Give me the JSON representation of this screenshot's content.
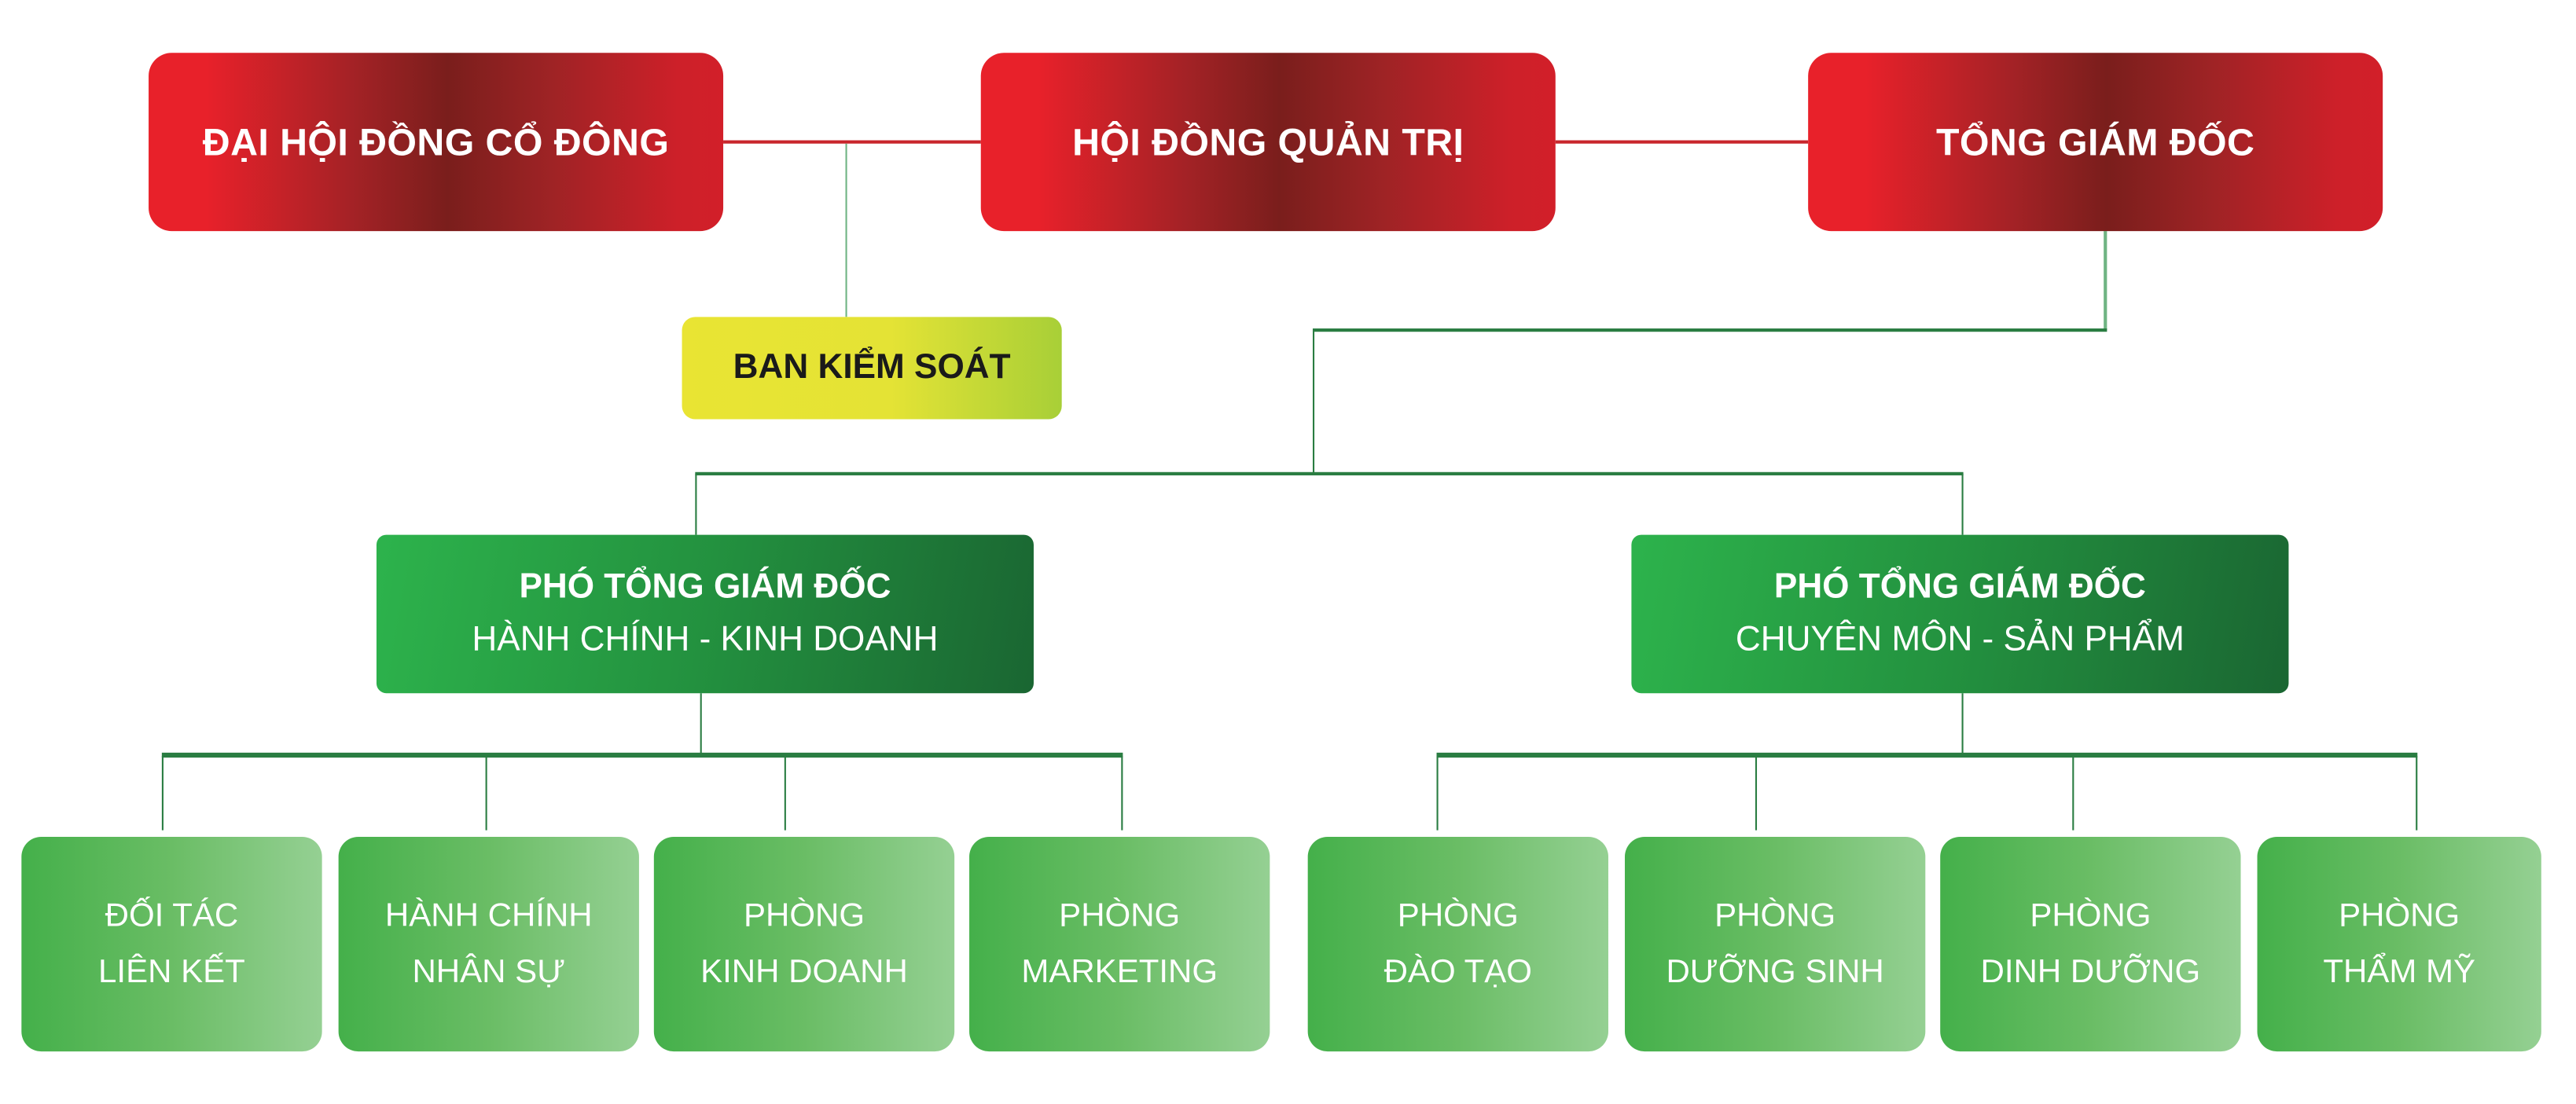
{
  "top": {
    "shareholders": "ĐẠI HỘI ĐỒNG CỔ ĐÔNG",
    "board": "HỘI ĐỒNG QUẢN TRỊ",
    "ceo": "TỔNG GIÁM ĐỐC"
  },
  "supervisory": "BAN KIỂM SOÁT",
  "vice_presidents": [
    {
      "title": "PHÓ TỔNG GIÁM ĐỐC",
      "subtitle": "HÀNH CHÍNH - KINH DOANH"
    },
    {
      "title": "PHÓ TỔNG GIÁM ĐỐC",
      "subtitle": "CHUYÊN MÔN - SẢN PHẨM"
    }
  ],
  "departments": [
    {
      "line1": "ĐỐI TÁC",
      "line2": "LIÊN KẾT"
    },
    {
      "line1": "HÀNH CHÍNH",
      "line2": "NHÂN SỰ"
    },
    {
      "line1": "PHÒNG",
      "line2": "KINH DOANH"
    },
    {
      "line1": "PHÒNG",
      "line2": "MARKETING"
    },
    {
      "line1": "PHÒNG",
      "line2": "ĐÀO TẠO"
    },
    {
      "line1": "PHÒNG",
      "line2": "DƯỠNG SINH"
    },
    {
      "line1": "PHÒNG",
      "line2": "DINH DƯỠNG"
    },
    {
      "line1": "PHÒNG",
      "line2": "THẨM MỸ"
    }
  ],
  "colors": {
    "red": "#e8212a",
    "dark_red": "#7a1e1c",
    "green": "#2db34c",
    "dark_green": "#1a6632",
    "yellow": "#e9e433"
  }
}
